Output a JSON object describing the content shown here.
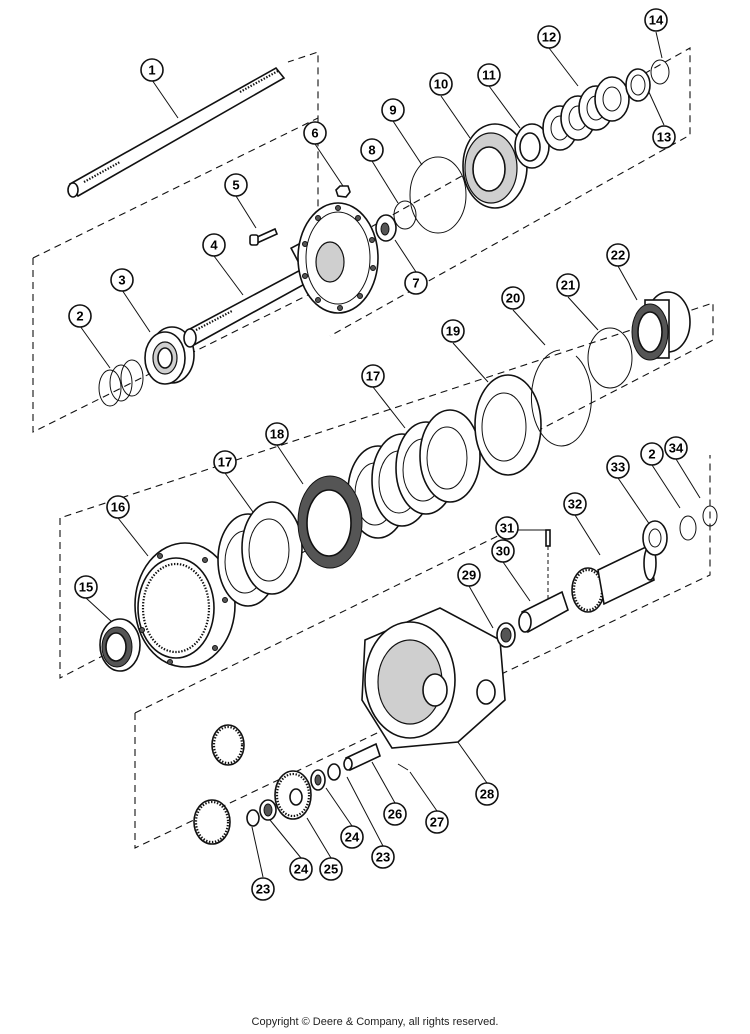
{
  "diagram": {
    "callouts": [
      "1",
      "2",
      "3",
      "4",
      "5",
      "6",
      "7",
      "8",
      "9",
      "10",
      "11",
      "12",
      "13",
      "14",
      "15",
      "16",
      "17",
      "18",
      "19",
      "20",
      "21",
      "22",
      "23",
      "24",
      "25",
      "26",
      "27",
      "28",
      "29",
      "30",
      "31",
      "32",
      "33",
      "34"
    ]
  },
  "footer": {
    "copyright": "Copyright © Deere & Company, all rights reserved."
  }
}
